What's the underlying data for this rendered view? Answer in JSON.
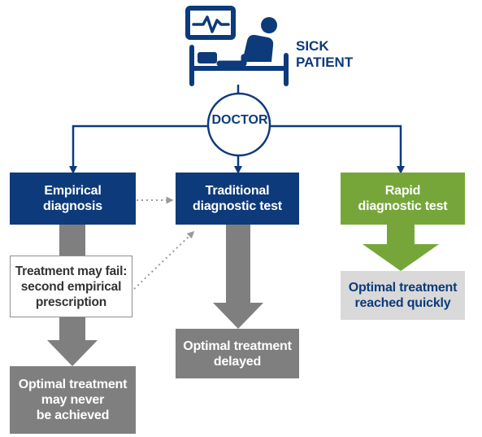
{
  "patient": {
    "label": "SICK\nPATIENT",
    "icon": "patient-in-hospital-bed-with-heart-monitor-icon"
  },
  "doctor": {
    "label": "DOCTOR"
  },
  "paths": {
    "empirical": {
      "title": "Empirical\ndiagnosis",
      "failure_note": "Treatment may fail:\nsecond empirical\nprescription",
      "outcome": "Optimal treatment\nmay never\nbe achieved"
    },
    "traditional": {
      "title": "Traditional\ndiagnostic test",
      "outcome": "Optimal treatment\ndelayed"
    },
    "rapid": {
      "title": "Rapid\ndiagnostic test",
      "outcome": "Optimal treatment\nreached quickly"
    }
  },
  "colors": {
    "navy": "#0d3a7a",
    "green": "#76a63a",
    "gray": "#7f7f7f",
    "light_gray": "#d9d9d9",
    "dotted": "#9a9a9a"
  }
}
